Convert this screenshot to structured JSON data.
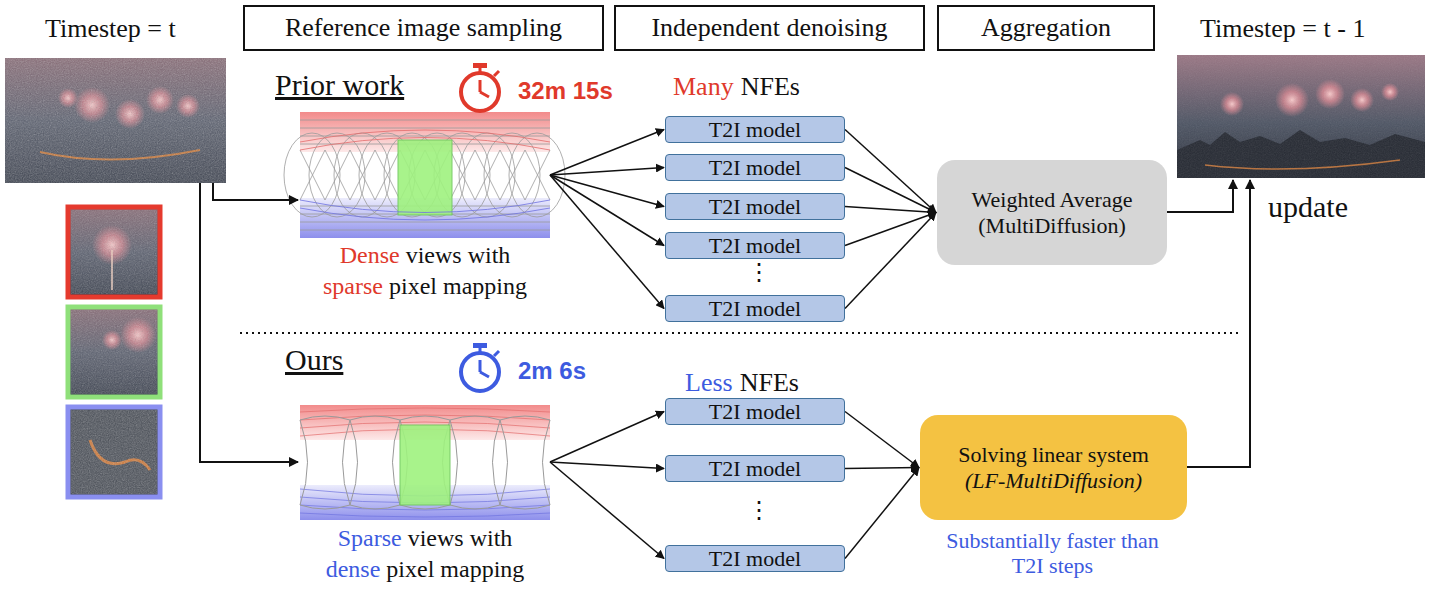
{
  "diagram": {
    "nodes": [
      {
        "text": [
          "Reference image sampling"
        ]
      },
      {
        "text": [
          "Independent denoising"
        ]
      },
      {
        "text": [
          "Aggregation"
        ]
      },
      {
        "text": [
          "Dense",
          "views with",
          "sparse",
          "pixel mapping"
        ]
      },
      {
        "text": [
          "T2I model"
        ]
      },
      {
        "text": [
          "T2I model"
        ]
      },
      {
        "text": [
          "T2I model"
        ]
      },
      {
        "text": [
          "T2I model"
        ]
      },
      {
        "text": [
          "T2I model"
        ]
      },
      {
        "text": [
          "Weighted Average (MultiDiffusion)"
        ]
      },
      {
        "text": [
          "Sparse",
          "views with",
          "dense",
          "pixel mapping"
        ]
      },
      {
        "text": [
          "T2I model"
        ]
      },
      {
        "text": [
          "T2I model"
        ]
      },
      {
        "text": [
          "T2I model"
        ]
      },
      {
        "text": [
          "Solving linear system",
          "(LF-MultiDiffusion)"
        ]
      }
    ],
    "edges": [
      {
        "from": 3,
        "to": 4,
        "arrow": "to"
      },
      {
        "from": 3,
        "to": 5,
        "arrow": "to"
      },
      {
        "from": 3,
        "to": 6,
        "arrow": "to"
      },
      {
        "from": 3,
        "to": 7,
        "arrow": "to"
      },
      {
        "from": 3,
        "to": 8,
        "arrow": "to"
      },
      {
        "from": 4,
        "to": 9,
        "arrow": "to"
      },
      {
        "from": 5,
        "to": 9,
        "arrow": "to"
      },
      {
        "from": 6,
        "to": 9,
        "arrow": "to"
      },
      {
        "from": 7,
        "to": 9,
        "arrow": "to"
      },
      {
        "from": 8,
        "to": 9,
        "arrow": "to"
      },
      {
        "from": 10,
        "to": 11,
        "arrow": "to"
      },
      {
        "from": 10,
        "to": 12,
        "arrow": "to"
      },
      {
        "from": 10,
        "to": 13,
        "arrow": "to"
      },
      {
        "from": 11,
        "to": 14,
        "arrow": "to"
      },
      {
        "from": 12,
        "to": 14,
        "arrow": "to"
      },
      {
        "from": 13,
        "to": 14,
        "arrow": "to"
      }
    ],
    "labels": [
      "Timestep = t",
      "Timestep = t - 1",
      "Prior work",
      "32m 15s",
      "Many",
      "NFEs",
      "⋮",
      "Ours",
      "2m 6s",
      "Less",
      "NFEs",
      "⋮",
      "update",
      "Substantially faster than T2I steps"
    ]
  }
}
